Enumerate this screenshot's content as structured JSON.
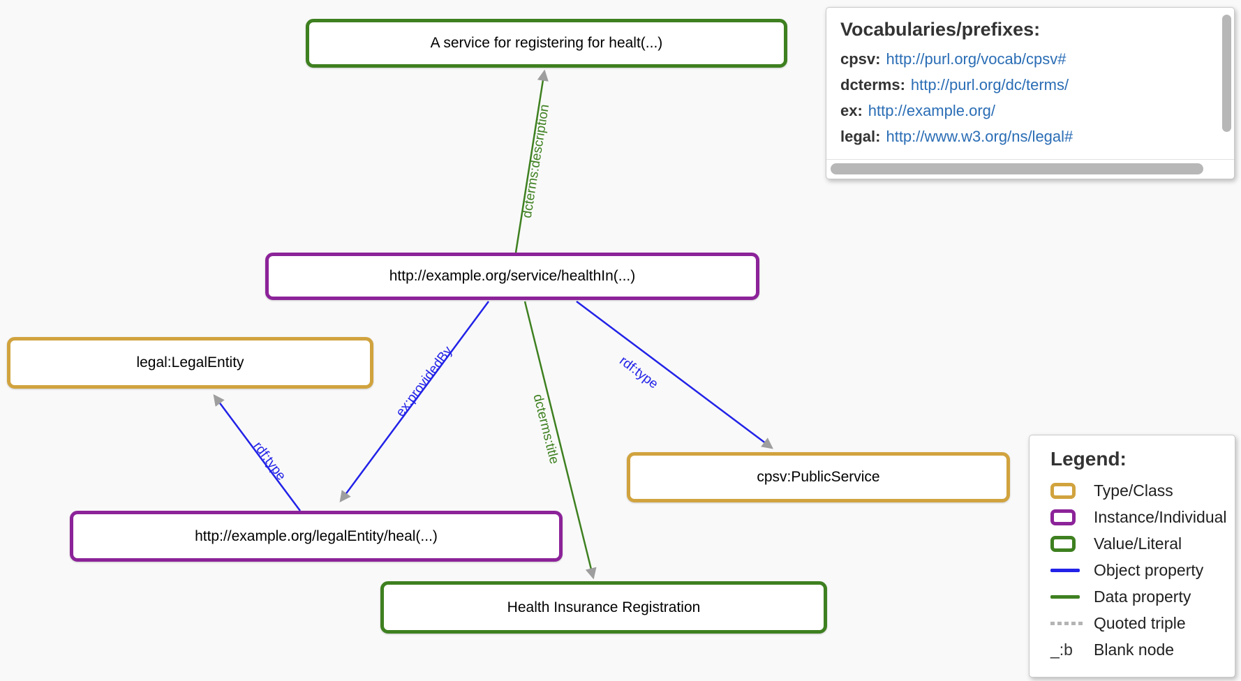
{
  "canvas": {
    "background": "#f9f9f9"
  },
  "colors": {
    "type_class_border": "#d1a33e",
    "instance_individual_border": "#8c2399",
    "value_literal_border": "#3e8020",
    "object_property_line": "#2222e8",
    "data_property_line": "#3e8020",
    "quoted_triple_line": "#b4b4b4",
    "arrowhead": "#9e9e9e",
    "link_text": "#2a6db5"
  },
  "nodes": [
    {
      "id": "literal-service-description",
      "kind": "value-literal",
      "label": "A service for registering for healt(...)"
    },
    {
      "id": "instance-service",
      "kind": "instance-individual",
      "label": "http://example.org/service/healthIn(...)"
    },
    {
      "id": "class-legal-entity",
      "kind": "type-class",
      "label": "legal:LegalEntity"
    },
    {
      "id": "instance-legal-entity",
      "kind": "instance-individual",
      "label": "http://example.org/legalEntity/heal(...)"
    },
    {
      "id": "class-public-service",
      "kind": "type-class",
      "label": "cpsv:PublicService"
    },
    {
      "id": "literal-service-title",
      "kind": "value-literal",
      "label": "Health Insurance Registration"
    }
  ],
  "edges": [
    {
      "label": "dcterms:description",
      "kind": "data-property"
    },
    {
      "label": "ex:providedBy",
      "kind": "object-property"
    },
    {
      "label": "dcterms:title",
      "kind": "data-property"
    },
    {
      "label": "rdf:type",
      "kind": "object-property"
    },
    {
      "label": "rdf:type",
      "kind": "object-property"
    }
  ],
  "vocab_panel": {
    "title": "Vocabularies/prefixes:",
    "entries": [
      {
        "prefix": "cpsv:",
        "uri": "http://purl.org/vocab/cpsv#"
      },
      {
        "prefix": "dcterms:",
        "uri": "http://purl.org/dc/terms/"
      },
      {
        "prefix": "ex:",
        "uri": "http://example.org/"
      },
      {
        "prefix": "legal:",
        "uri": "http://www.w3.org/ns/legal#"
      }
    ]
  },
  "legend_panel": {
    "title": "Legend:",
    "blank_node_symbol": "_:b",
    "items": [
      {
        "label": "Type/Class",
        "symbol": "box-gold"
      },
      {
        "label": "Instance/Individual",
        "symbol": "box-purple"
      },
      {
        "label": "Value/Literal",
        "symbol": "box-green"
      },
      {
        "label": "Object property",
        "symbol": "line-blue"
      },
      {
        "label": "Data property",
        "symbol": "line-green"
      },
      {
        "label": "Quoted triple",
        "symbol": "line-dotted"
      },
      {
        "label": "Blank node",
        "symbol": "text-blank"
      }
    ]
  }
}
